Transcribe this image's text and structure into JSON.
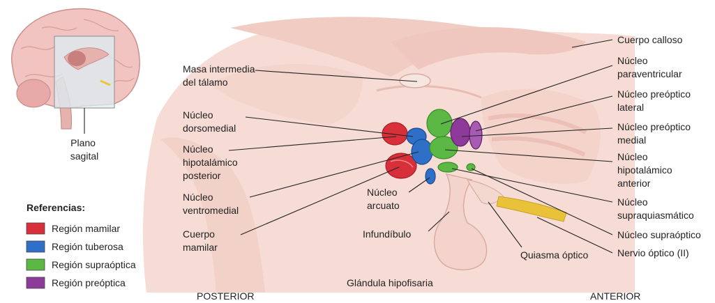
{
  "inset": {
    "label": [
      "Plano",
      "sagital"
    ]
  },
  "legend": {
    "title": "Referencias:",
    "items": [
      {
        "label": "Región mamilar",
        "color": "#d8303a"
      },
      {
        "label": "Región tuberosa",
        "color": "#2f6fc8"
      },
      {
        "label": "Región supraóptica",
        "color": "#5cb845"
      },
      {
        "label": "Región preóptica",
        "color": "#8e3a9a"
      }
    ]
  },
  "orientation": {
    "posterior": "POSTERIOR",
    "anterior": "ANTERIOR"
  },
  "labels": {
    "masa_intermedia": [
      "Masa intermedia",
      "del tálamo"
    ],
    "dorsomedial": [
      "Núcleo",
      "dorsomedial"
    ],
    "hipotalamico_posterior": [
      "Núcleo",
      "hipotalámico",
      "posterior"
    ],
    "ventromedial": [
      "Núcleo",
      "ventromedial"
    ],
    "cuerpo_mamilar": [
      "Cuerpo",
      "mamilar"
    ],
    "arcuato": [
      "Núcleo",
      "arcuato"
    ],
    "infundibulo": [
      "Infundíbulo"
    ],
    "glandula": [
      "Glándula hipofisaria"
    ],
    "quiasma": [
      "Quiasma óptico"
    ],
    "cuerpo_calloso": [
      "Cuerpo calloso"
    ],
    "paraventricular": [
      "Núcleo",
      "paraventricular"
    ],
    "preoptico_lateral": [
      "Núcleo preóptico",
      "lateral"
    ],
    "preoptico_medial": [
      "Núcleo preóptico",
      "medial"
    ],
    "hipotalamico_anterior": [
      "Núcleo",
      "hipotalámico",
      "anterior"
    ],
    "supraquiasmatico": [
      "Núcleo",
      "supraquiasmático"
    ],
    "supraoptico": [
      "Núcleo supraóptico"
    ],
    "nervio_optico": [
      "Nervio óptico (II)"
    ]
  }
}
